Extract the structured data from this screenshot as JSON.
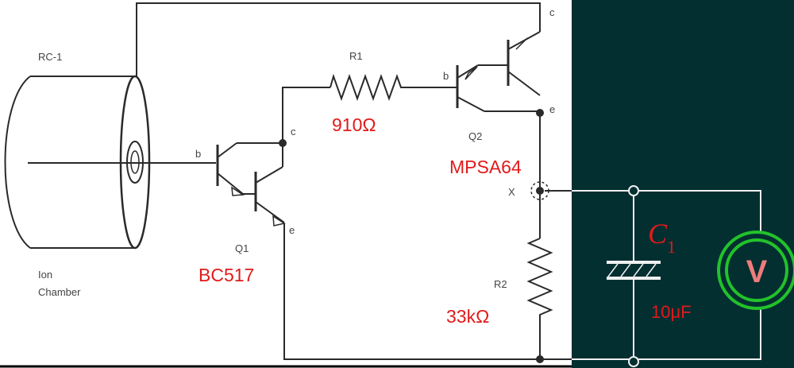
{
  "colors": {
    "right_panel": "#032f31",
    "annotation_red": "#e11a1a",
    "meter_ring": "#22c22a",
    "meter_letter": "#f07c7c"
  },
  "labels": {
    "rc1": "RC-1",
    "ion": "Ion",
    "chamber": "Chamber",
    "r1": "R1",
    "r2": "R2",
    "q1": "Q1",
    "q2": "Q2",
    "x": "X",
    "b": "b",
    "c": "c",
    "e": "e"
  },
  "annotations": {
    "r1_value": "910Ω",
    "q2_part": "MPSA64",
    "q1_part": "BC517",
    "r2_value": "33kΩ",
    "c1_symbol": "C",
    "c1_subscript": "1",
    "c1_value": "10μF"
  },
  "meter": {
    "letter": "V",
    "icon": "voltmeter-icon"
  }
}
